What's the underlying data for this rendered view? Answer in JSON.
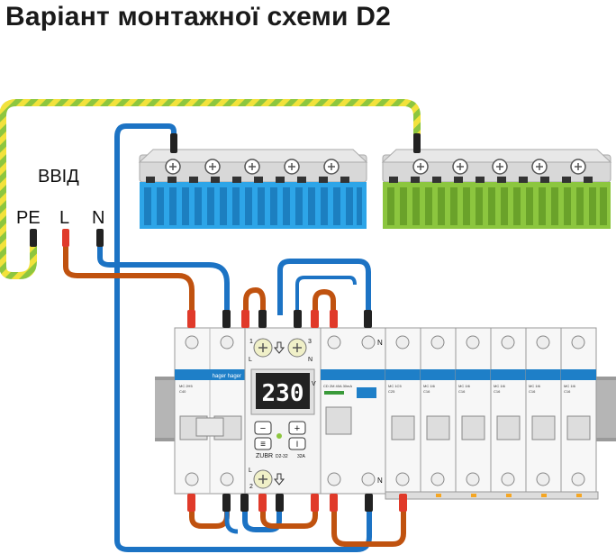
{
  "title": "Варіант монтажної схеми D2",
  "input": {
    "label": "ВВІД",
    "pe": "PE",
    "l": "L",
    "n": "N"
  },
  "relay": {
    "display": "230",
    "unit": "V",
    "brand": "ZUBR",
    "model": "D2-32",
    "current": "32A",
    "minus": "−",
    "plus": "+",
    "menu": "≡",
    "power": "I",
    "t1": "1",
    "t3": "3",
    "t2": "2",
    "tL_top": "L",
    "tN_top": "N",
    "tL_bot": "L"
  },
  "rcd": {
    "label": "CD 2M 40A 30mA",
    "n_top": "N",
    "n_bot": "N"
  },
  "breakers": [
    {
      "line1": "MC 2H5",
      "line2": "C40"
    },
    {
      "line1": "MC 1C5",
      "line2": "C25"
    },
    {
      "line1": "MC 1I6",
      "line2": "C16"
    },
    {
      "line1": "MC 1I6",
      "line2": "C16"
    },
    {
      "line1": "MC 1I6",
      "line2": "C16"
    },
    {
      "line1": "MC 1I6",
      "line2": "C16"
    },
    {
      "line1": "MC 1I6",
      "line2": "C16"
    }
  ],
  "colors": {
    "pe_green": "#8dc63f",
    "pe_yellow": "#f2e23b",
    "live": "#c0520f",
    "neutral": "#1c73c4",
    "blue_bus": "#2da5e8",
    "green_bus": "#8cc63f"
  }
}
